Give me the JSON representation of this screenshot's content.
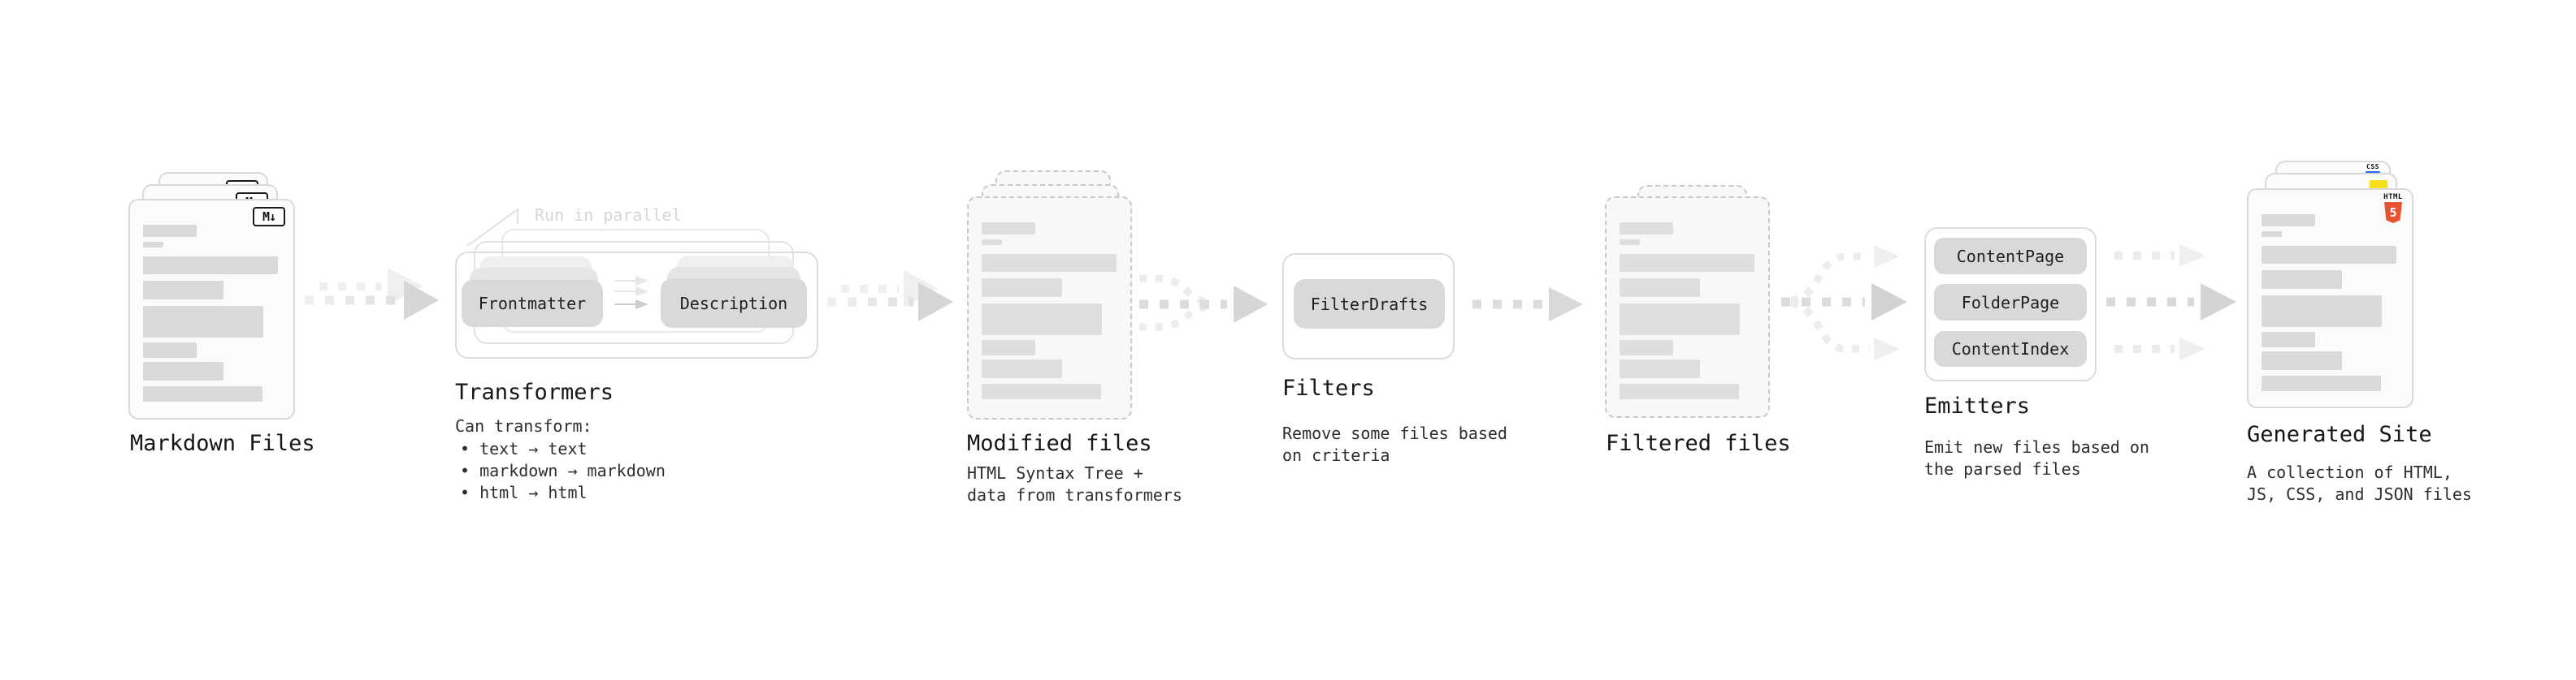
{
  "stages": {
    "markdown_files": {
      "label": "Markdown Files",
      "badge": "M↓"
    },
    "transformers": {
      "label": "Transformers",
      "annotation": "Run in parallel",
      "buttons": [
        "Frontmatter",
        "Description"
      ],
      "note_title": "Can transform:",
      "bullets": [
        "text → text",
        "markdown → markdown",
        "html → html"
      ]
    },
    "modified_files": {
      "label": "Modified files",
      "description": "HTML Syntax Tree +\ndata from transformers"
    },
    "filters": {
      "label": "Filters",
      "buttons": [
        "FilterDrafts"
      ],
      "description": "Remove some files based\non criteria"
    },
    "filtered_files": {
      "label": "Filtered files"
    },
    "emitters": {
      "label": "Emitters",
      "buttons": [
        "ContentPage",
        "FolderPage",
        "ContentIndex"
      ],
      "description": "Emit new files based on\nthe parsed files"
    },
    "generated_site": {
      "label": "Generated Site",
      "description": "A collection of HTML,\nJS, CSS, and JSON files",
      "badges": {
        "html5_word": "HTML",
        "html5_number": "5",
        "css": "CSS"
      }
    }
  },
  "colors": {
    "html5_orange": "#e8542f",
    "js_yellow": "#f7df1e",
    "css_blue": "#2965f1",
    "pill_gray": "#d9d9d9",
    "arrow_gray": "#d6d6d6",
    "arrow_light": "#efefef"
  }
}
